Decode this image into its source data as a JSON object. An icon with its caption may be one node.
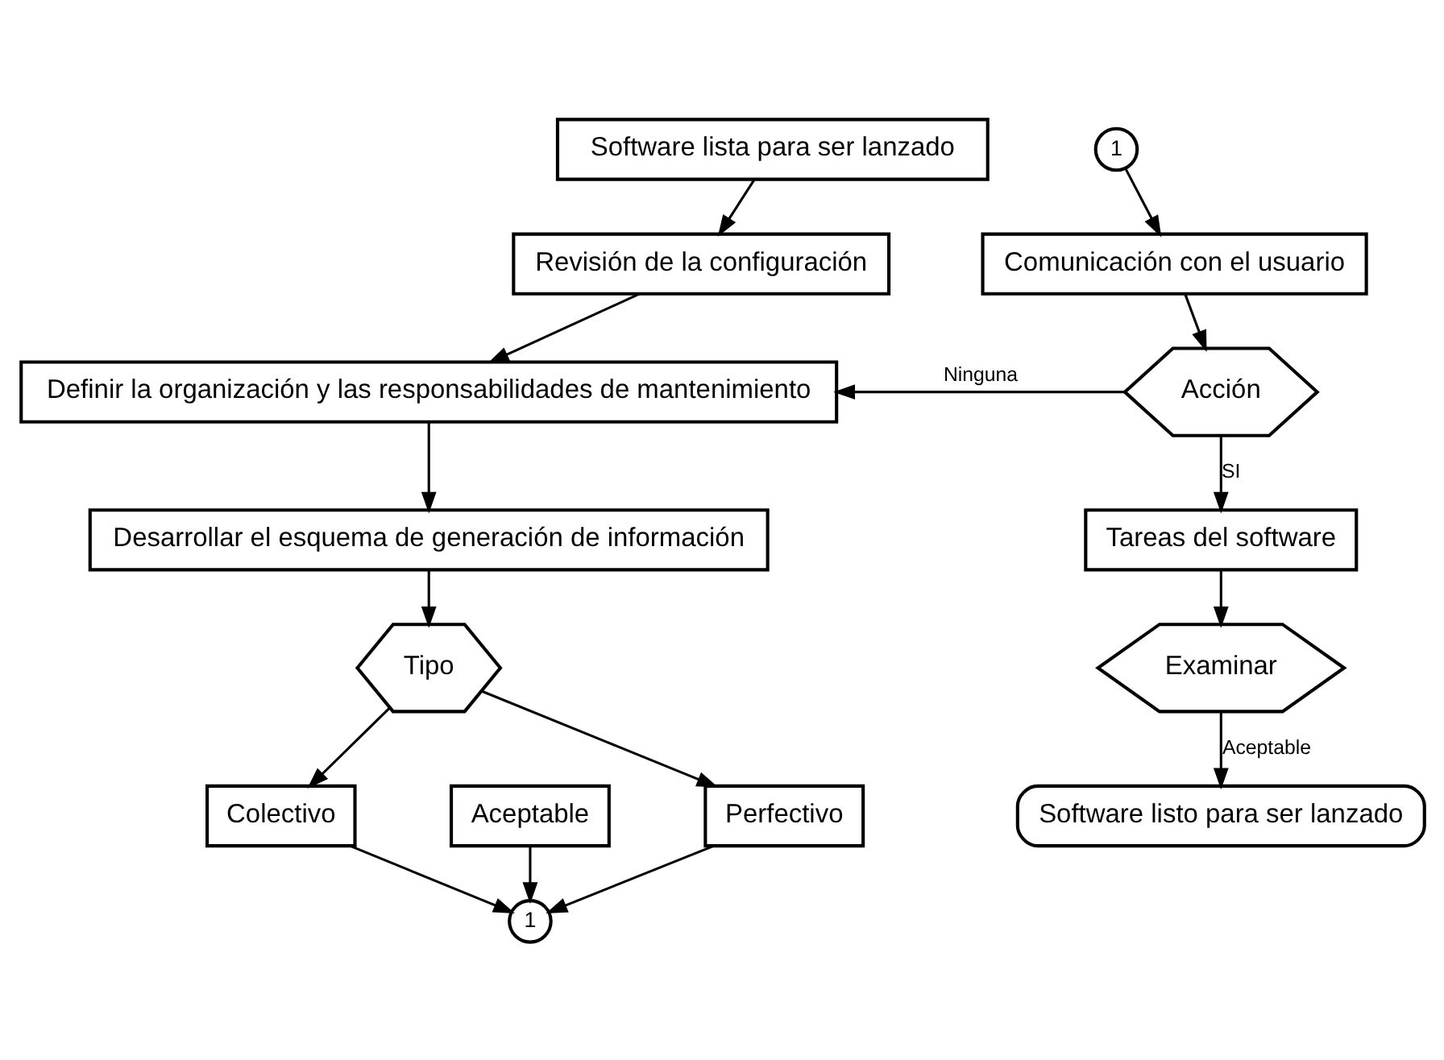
{
  "diagram": {
    "nodes": [
      {
        "text": [
          "Software lista para ser lanzado"
        ]
      },
      {
        "text": [
          "Revisión de la configuración"
        ]
      },
      {
        "text": [
          "Definir la organización y las responsabilidades de mantenimiento"
        ]
      },
      {
        "text": [
          "Desarrollar el esquema de generación de información"
        ]
      },
      {
        "text": [
          "Tipo"
        ]
      },
      {
        "text": [
          "Colectivo"
        ]
      },
      {
        "text": [
          "Aceptable"
        ]
      },
      {
        "text": [
          "Perfectivo"
        ]
      },
      {
        "text": [
          "1"
        ]
      },
      {
        "text": [
          "1"
        ]
      },
      {
        "text": [
          "Comunicación con el usuario"
        ]
      },
      {
        "text": [
          "Acción"
        ]
      },
      {
        "text": [
          "Tareas del software"
        ]
      },
      {
        "text": [
          "Examinar"
        ]
      },
      {
        "text": [
          "Software listo para ser lanzado"
        ]
      }
    ],
    "edges": [
      {
        "from": 0,
        "to": 1,
        "arrow": "to"
      },
      {
        "from": 1,
        "to": 2,
        "arrow": "to"
      },
      {
        "from": 2,
        "to": 3,
        "arrow": "to"
      },
      {
        "from": 3,
        "to": 4,
        "arrow": "to"
      },
      {
        "from": 4,
        "to": 5,
        "arrow": "to"
      },
      {
        "from": 4,
        "to": 7,
        "arrow": "to"
      },
      {
        "from": 5,
        "to": 8,
        "arrow": "to"
      },
      {
        "from": 6,
        "to": 8,
        "arrow": "to"
      },
      {
        "from": 7,
        "to": 8,
        "arrow": "to"
      },
      {
        "from": 9,
        "to": 10,
        "arrow": "to"
      },
      {
        "from": 10,
        "to": 11,
        "arrow": "to"
      },
      {
        "from": 11,
        "to": 2,
        "label": "Ninguna",
        "arrow": "to"
      },
      {
        "from": 11,
        "to": 12,
        "label": "SI",
        "arrow": "to"
      },
      {
        "from": 12,
        "to": 13,
        "arrow": "to"
      },
      {
        "from": 13,
        "to": 14,
        "label": "Aceptable",
        "arrow": "to"
      }
    ]
  }
}
